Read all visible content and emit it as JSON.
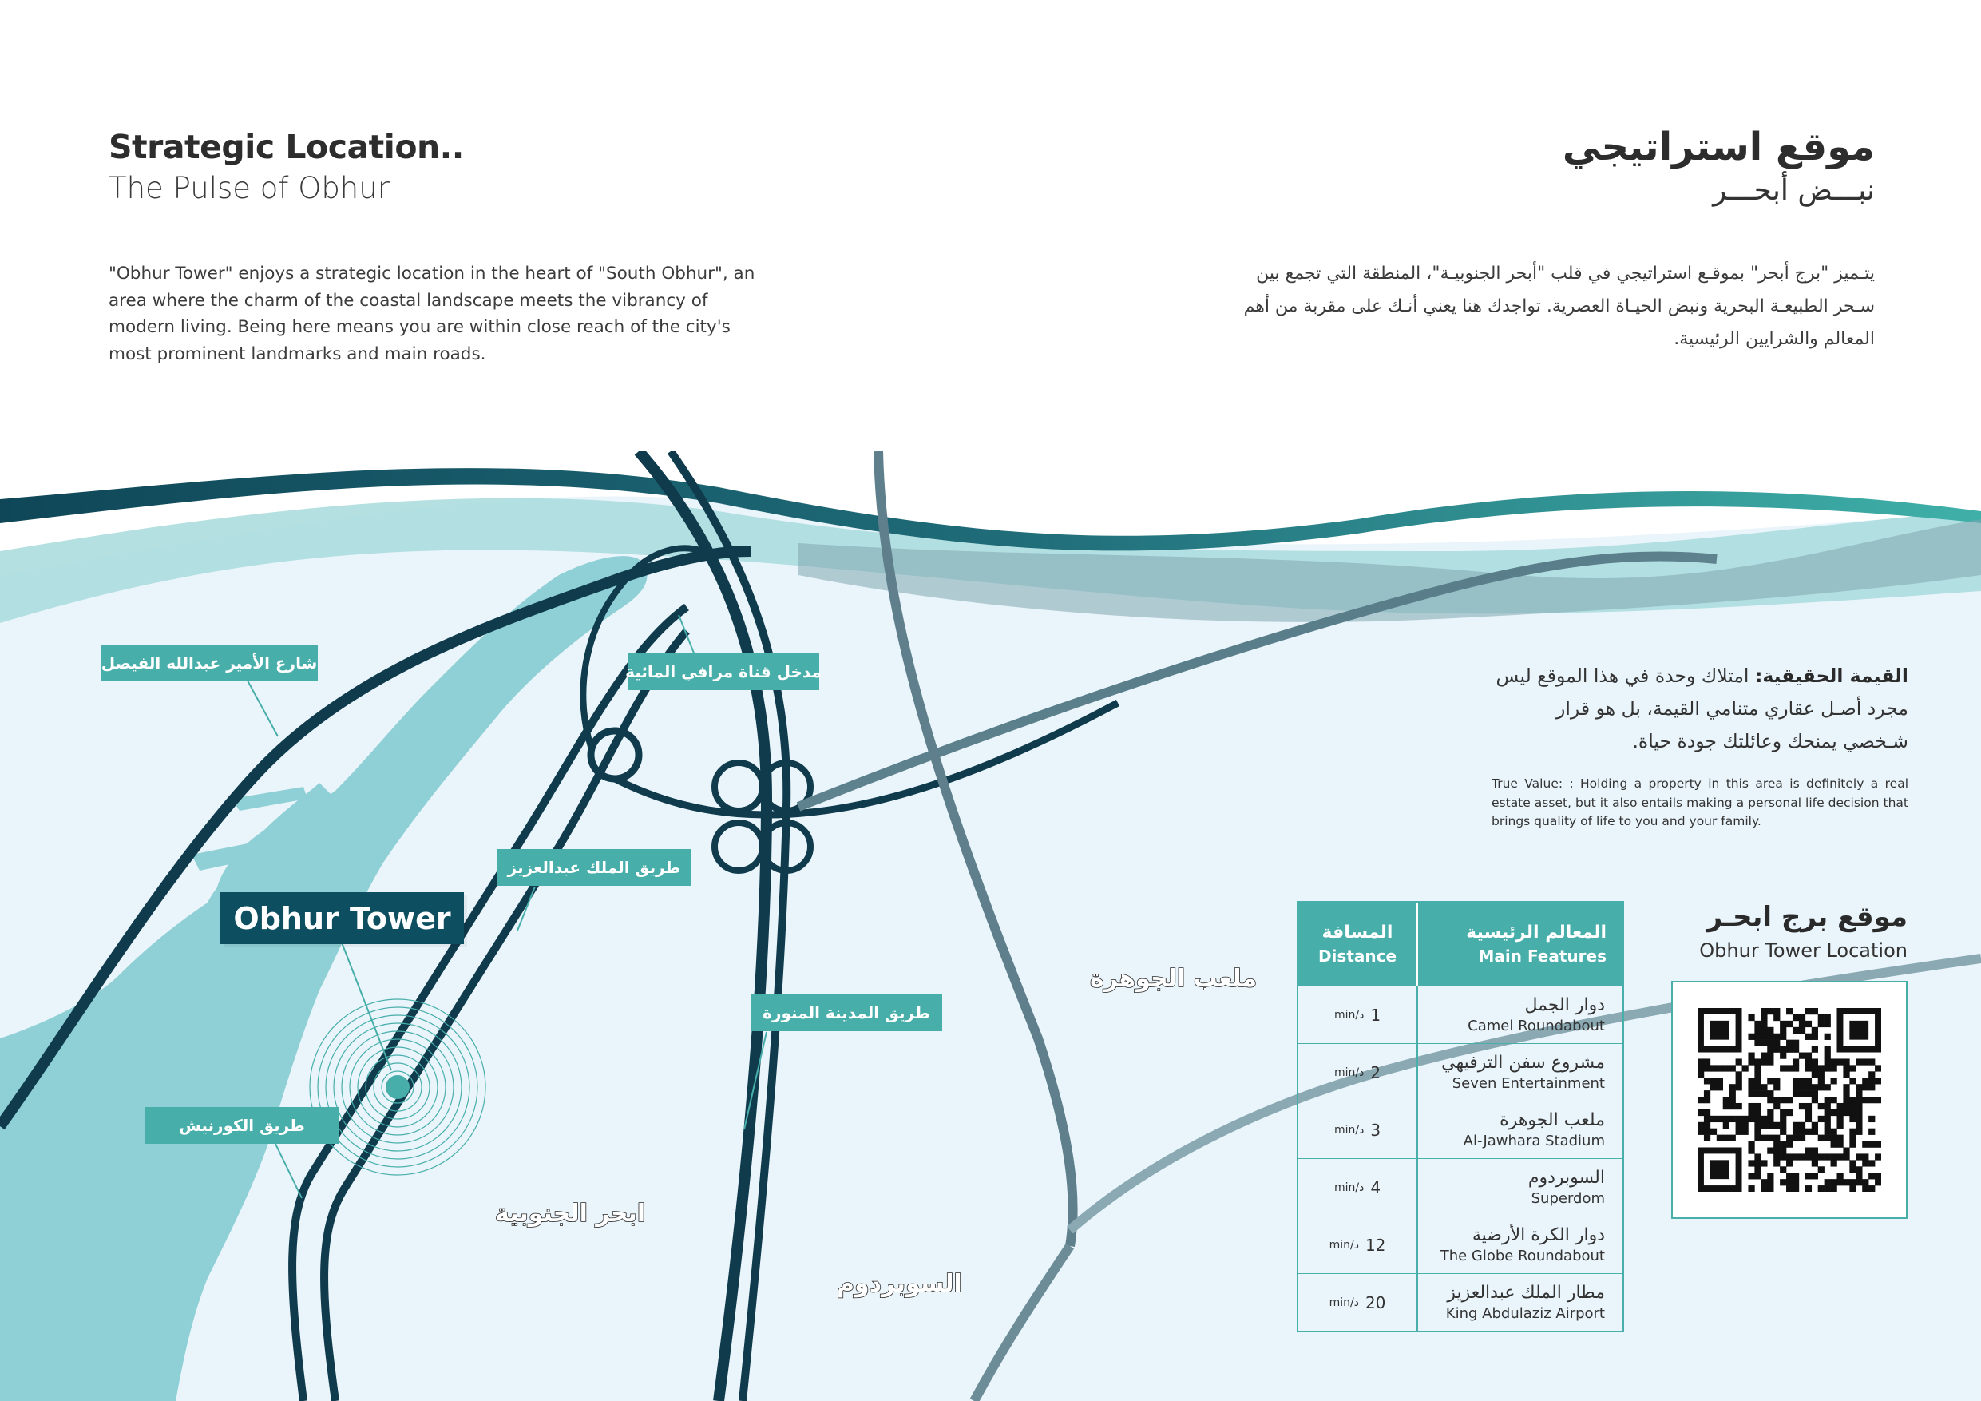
{
  "left": {
    "title": "Strategic Location..",
    "subtitle": "The Pulse of Obhur",
    "body": "\"Obhur Tower\" enjoys a strategic location in the heart of \"South Obhur\", an area where the charm of the coastal landscape meets the vibrancy of modern living. Being here means you are within close reach of the city's most prominent landmarks and main roads."
  },
  "right": {
    "title": "موقع استراتيجي",
    "subtitle": "نبـــض أبحـــر",
    "body": "يتـميز \"برج أبحر\" بموقـع استراتيجي في قلب \"أبحر الجنوبيـة\"، المنطقة التي تجمع بين سـحر الطبيعـة البحرية ونبض الحيـاة العصرية. تواجدك هنا يعني أنـك على مقربة من أهم المعالم والشرايين الرئيسية."
  },
  "map": {
    "road_labels": {
      "prince_abdullah": "شارع الأمير عبدالله الفيصل",
      "marafi_canal": "مدخل قناة مرافي المائية",
      "king_abdulaziz": "طريق الملك عبدالعزيز",
      "madinah": "طريق المدينة المنورة",
      "corniche": "طريق الكورنيش"
    },
    "tower_label": "Obhur Tower",
    "places": {
      "jawhara": "ملعب الجوهرة",
      "south_obhur": "ابحر الجنوبية",
      "superdome": "السوبردوم"
    }
  },
  "true_value": {
    "ar_heading": "القيمة الحقيقية:",
    "ar_body": " امتلاك وحدة في هذا الموقع ليس مجرد أصـل عقاري متنامي القيمة، بل هو قرار شـخصي يمنحك وعائلتك جودة حياة.",
    "en": "True Value: : Holding a property in this area is definitely a real estate asset, but it also entails making a personal life decision that brings quality of life to you and your family."
  },
  "table": {
    "head_dist_ar": "المسافة",
    "head_dist_en": "Distance",
    "head_feat_ar": "المعالم الرئيسية",
    "head_feat_en": "Main Features",
    "unit": "min/د",
    "rows": [
      {
        "num": "1",
        "ar": "دوار الجمل",
        "en": "Camel Roundabout"
      },
      {
        "num": "2",
        "ar": "مشروع سفن الترفيهي",
        "en": "Seven Entertainment"
      },
      {
        "num": "3",
        "ar": "ملعب الجوهرة",
        "en": "Al-Jawhara Stadium"
      },
      {
        "num": "4",
        "ar": "السوبردوم",
        "en": "Superdom"
      },
      {
        "num": "12",
        "ar": "دوار الكرة الأرضية",
        "en": "The Globe Roundabout"
      },
      {
        "num": "20",
        "ar": "مطار الملك عبدالعزيز",
        "en": "King Abdulaziz Airport"
      }
    ]
  },
  "location": {
    "ar": "موقع برج ابحـر",
    "en": "Obhur Tower Location"
  },
  "colors": {
    "teal": "#47aeaa",
    "navy": "#0d4e60",
    "map_bg": "#eaf5fb",
    "water": "#8fd0d6"
  }
}
